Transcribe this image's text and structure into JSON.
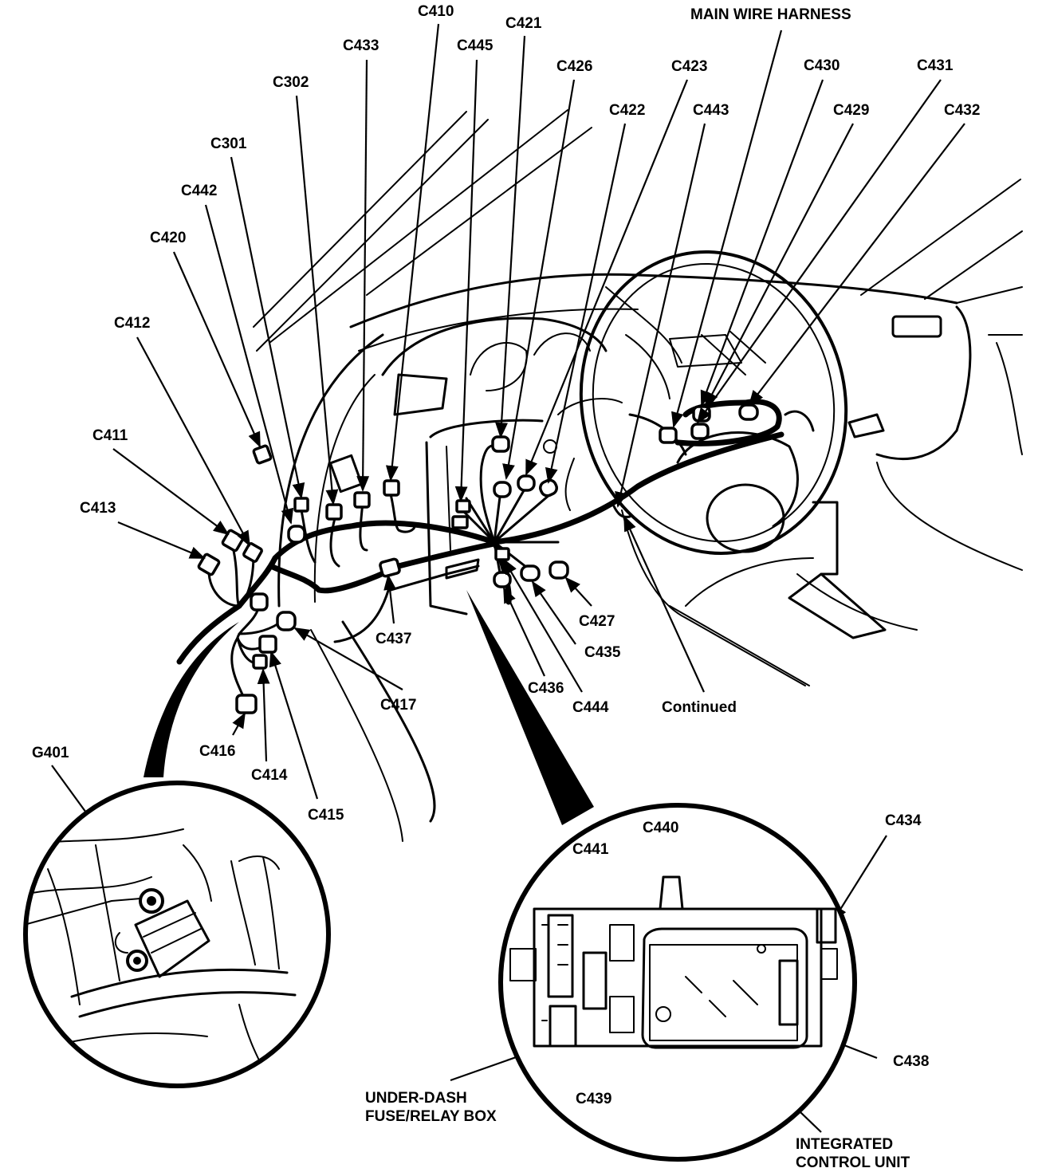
{
  "labels": {
    "main_wire_harness": "MAIN WIRE HARNESS",
    "continued": "Continued",
    "under_dash_line1": "UNDER-DASH",
    "under_dash_line2": "FUSE/RELAY BOX",
    "icu_line1": "INTEGRATED",
    "icu_line2": "CONTROL UNIT"
  },
  "connectors": {
    "C410": "C410",
    "C421": "C421",
    "C433": "C433",
    "C445": "C445",
    "C302": "C302",
    "C426": "C426",
    "C423": "C423",
    "C430": "C430",
    "C431": "C431",
    "C422": "C422",
    "C443": "C443",
    "C429": "C429",
    "C432": "C432",
    "C301": "C301",
    "C442": "C442",
    "C420": "C420",
    "C412": "C412",
    "C411": "C411",
    "C413": "C413",
    "C437": "C437",
    "C427": "C427",
    "C435": "C435",
    "C417": "C417",
    "C436": "C436",
    "C444": "C444",
    "C416": "C416",
    "C414": "C414",
    "C415": "C415",
    "G401": "G401",
    "C441": "C441",
    "C440": "C440",
    "C434": "C434",
    "C438": "C438",
    "C439": "C439"
  }
}
